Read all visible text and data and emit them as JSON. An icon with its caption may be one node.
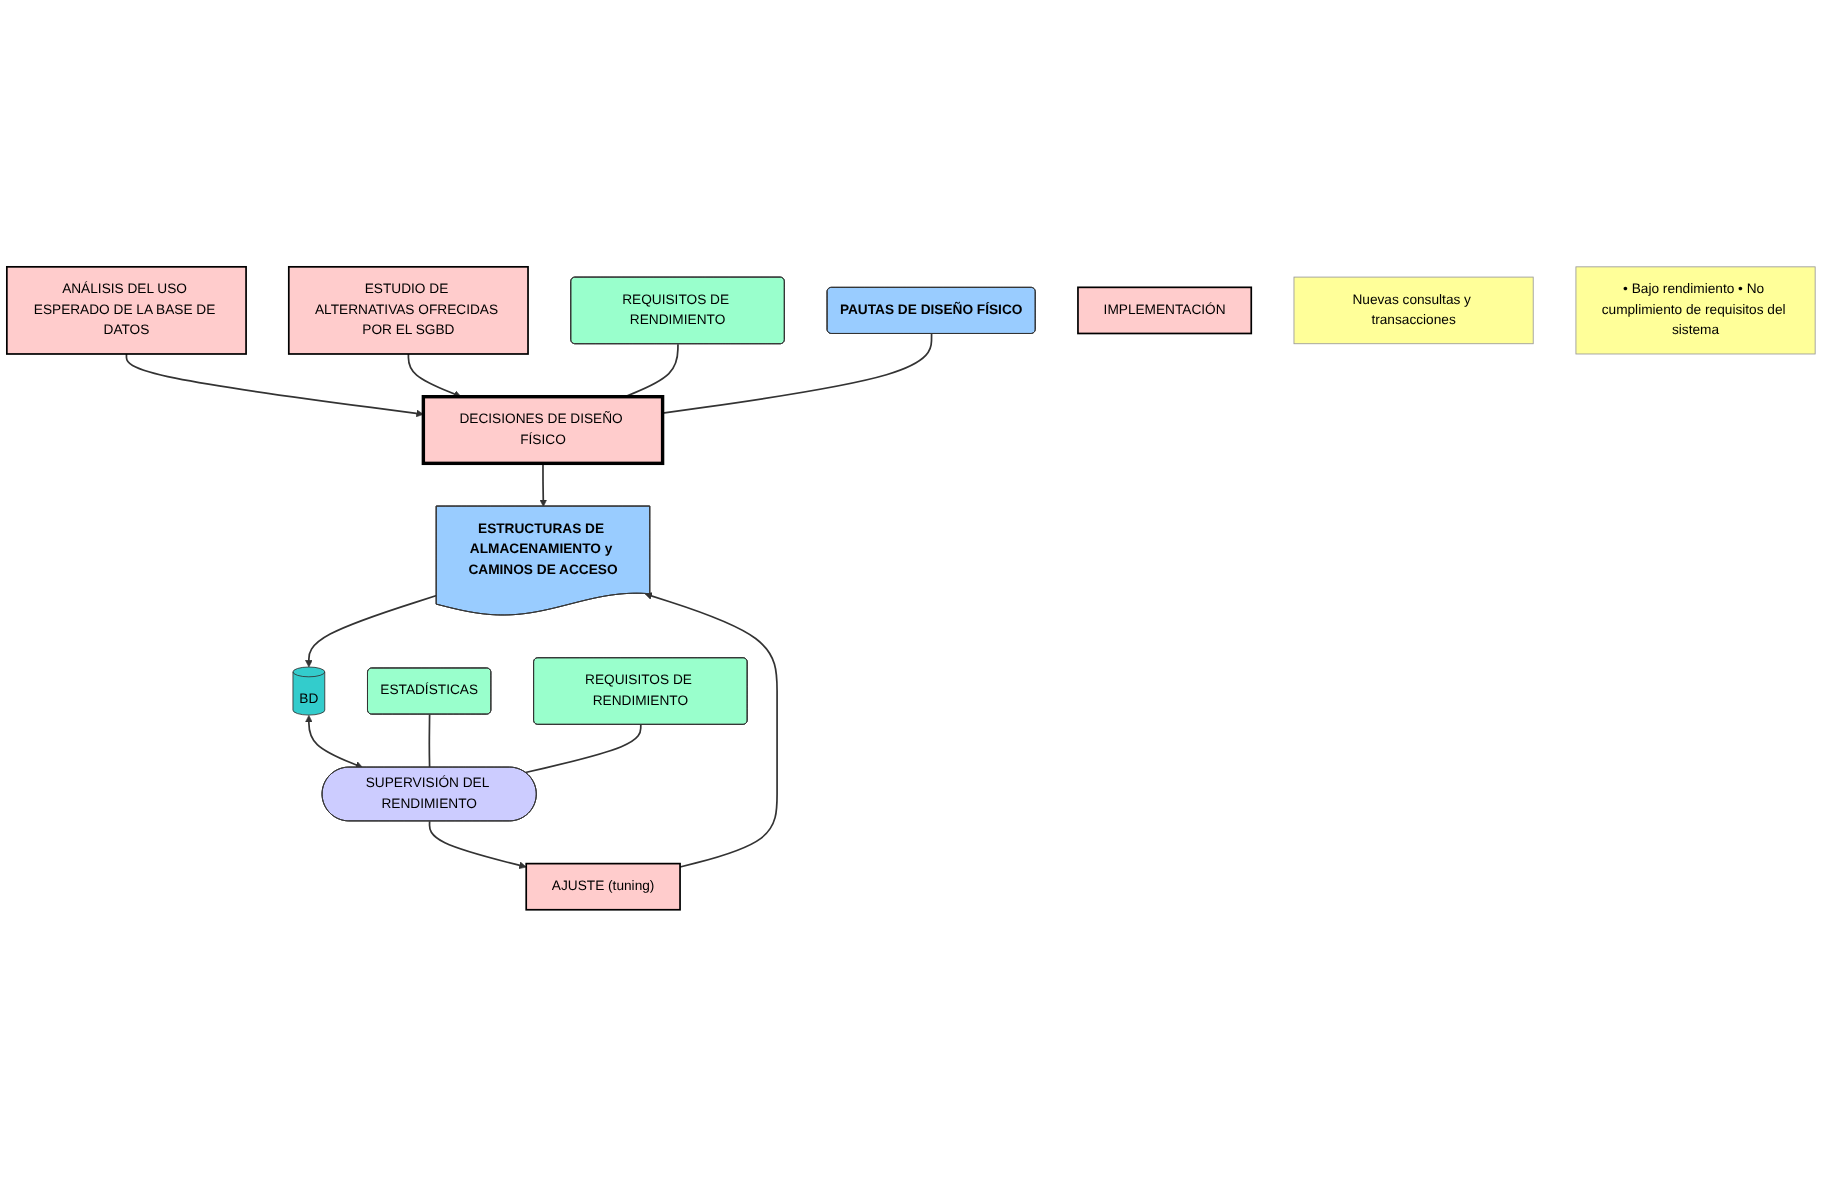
{
  "diagram": {
    "nodes": [
      {
        "text": [
          "ANÁLISIS DEL USO ESPERADO DE LA BASE DE DATOS"
        ]
      },
      {
        "text": [
          "ESTUDIO DE ALTERNATIVAS OFRECIDAS POR EL SGBD"
        ]
      },
      {
        "text": [
          "REQUISITOS DE RENDIMIENTO"
        ]
      },
      {
        "text": [
          "DECISIONES DE DISEÑO FÍSICO"
        ]
      },
      {
        "text": [
          "PAUTAS DE DISEÑO FÍSICO"
        ]
      },
      {
        "text": [
          "ESTRUCTURAS DE ALMACENAMIENTO y CAMINOS DE ACCESO"
        ]
      },
      {
        "text": [
          "AJUSTE (tuning)"
        ]
      },
      {
        "text": [
          "IMPLEMENTACIÓN"
        ]
      },
      {
        "text": [
          "BD"
        ]
      },
      {
        "text": [
          "Nuevas consultas y transacciones"
        ]
      },
      {
        "text": [
          "• Bajo rendimiento • No cumplimiento de requisitos del sistema"
        ]
      },
      {
        "text": [
          "SUPERVISIÓN DEL RENDIMIENTO"
        ]
      },
      {
        "text": [
          "ESTADÍSTICAS"
        ]
      },
      {
        "text": [
          "REQUISITOS DE RENDIMIENTO"
        ]
      }
    ],
    "edges": [
      {
        "from": 0,
        "to": 3,
        "arrow": "to"
      },
      {
        "from": 1,
        "to": 3,
        "arrow": "to"
      },
      {
        "from": 2,
        "to": 3,
        "arrow": "none"
      },
      {
        "from": 4,
        "to": 3,
        "arrow": "none"
      },
      {
        "from": 3,
        "to": 5,
        "arrow": "to"
      },
      {
        "from": 6,
        "to": 5,
        "arrow": "to"
      },
      {
        "from": 5,
        "to": 8,
        "arrow": "to"
      },
      {
        "from": 8,
        "to": 11,
        "arrow": "both"
      },
      {
        "from": 11,
        "to": 6,
        "arrow": "to"
      },
      {
        "from": 12,
        "to": 11,
        "arrow": "none"
      },
      {
        "from": 13,
        "to": 11,
        "arrow": "none"
      }
    ]
  }
}
